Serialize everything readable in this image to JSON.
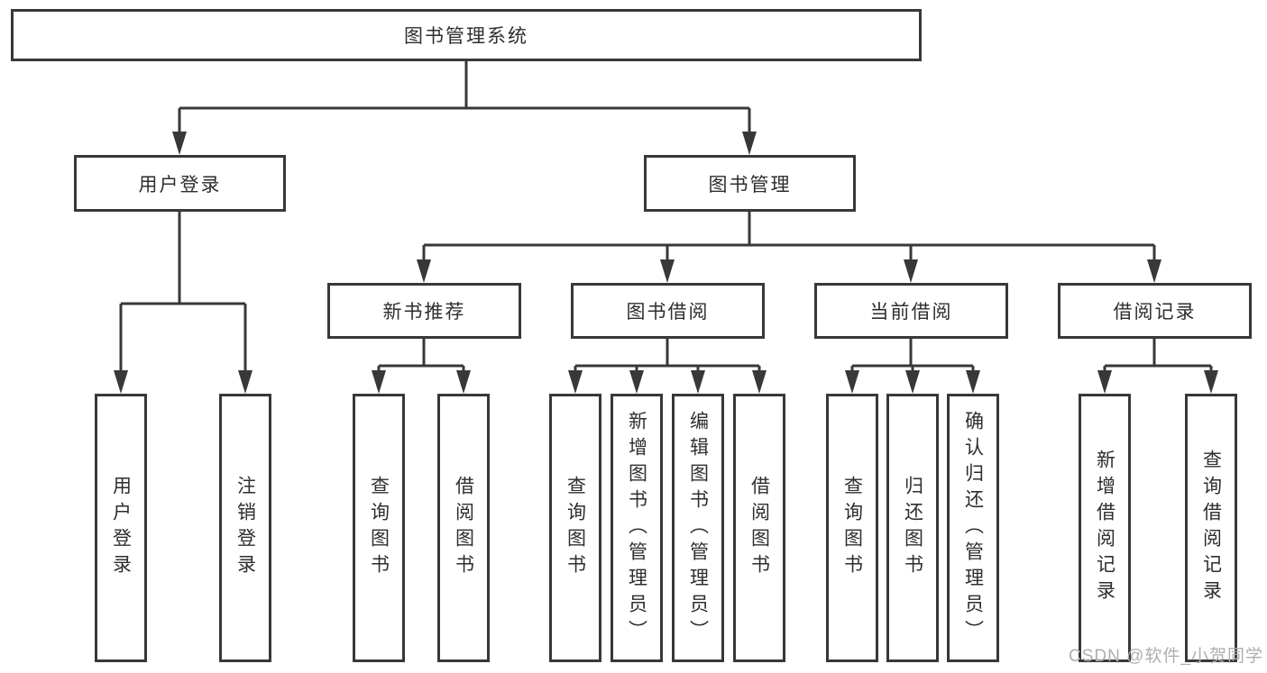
{
  "diagram": {
    "root": {
      "label": "图书管理系统"
    },
    "branches": [
      {
        "label": "用户登录",
        "children": [
          {
            "label": "用户登录"
          },
          {
            "label": "注销登录"
          }
        ]
      },
      {
        "label": "图书管理",
        "children": [
          {
            "label": "新书推荐",
            "children": [
              {
                "label": "查询图书"
              },
              {
                "label": "借阅图书"
              }
            ]
          },
          {
            "label": "图书借阅",
            "children": [
              {
                "label": "查询图书"
              },
              {
                "label": "新增图书（管理员）"
              },
              {
                "label": "编辑图书（管理员）"
              },
              {
                "label": "借阅图书"
              }
            ]
          },
          {
            "label": "当前借阅",
            "children": [
              {
                "label": "查询图书"
              },
              {
                "label": "归还图书"
              },
              {
                "label": "确认归还（管理员）"
              }
            ]
          },
          {
            "label": "借阅记录",
            "children": [
              {
                "label": "新增借阅记录"
              },
              {
                "label": "查询借阅记录"
              }
            ]
          }
        ]
      }
    ]
  },
  "watermark": {
    "text": "CSDN @软件_小贺同学"
  },
  "colors": {
    "line": "#383838",
    "text": "#2e2e2e",
    "watermark": "#aeaeae",
    "background": "#ffffff"
  }
}
